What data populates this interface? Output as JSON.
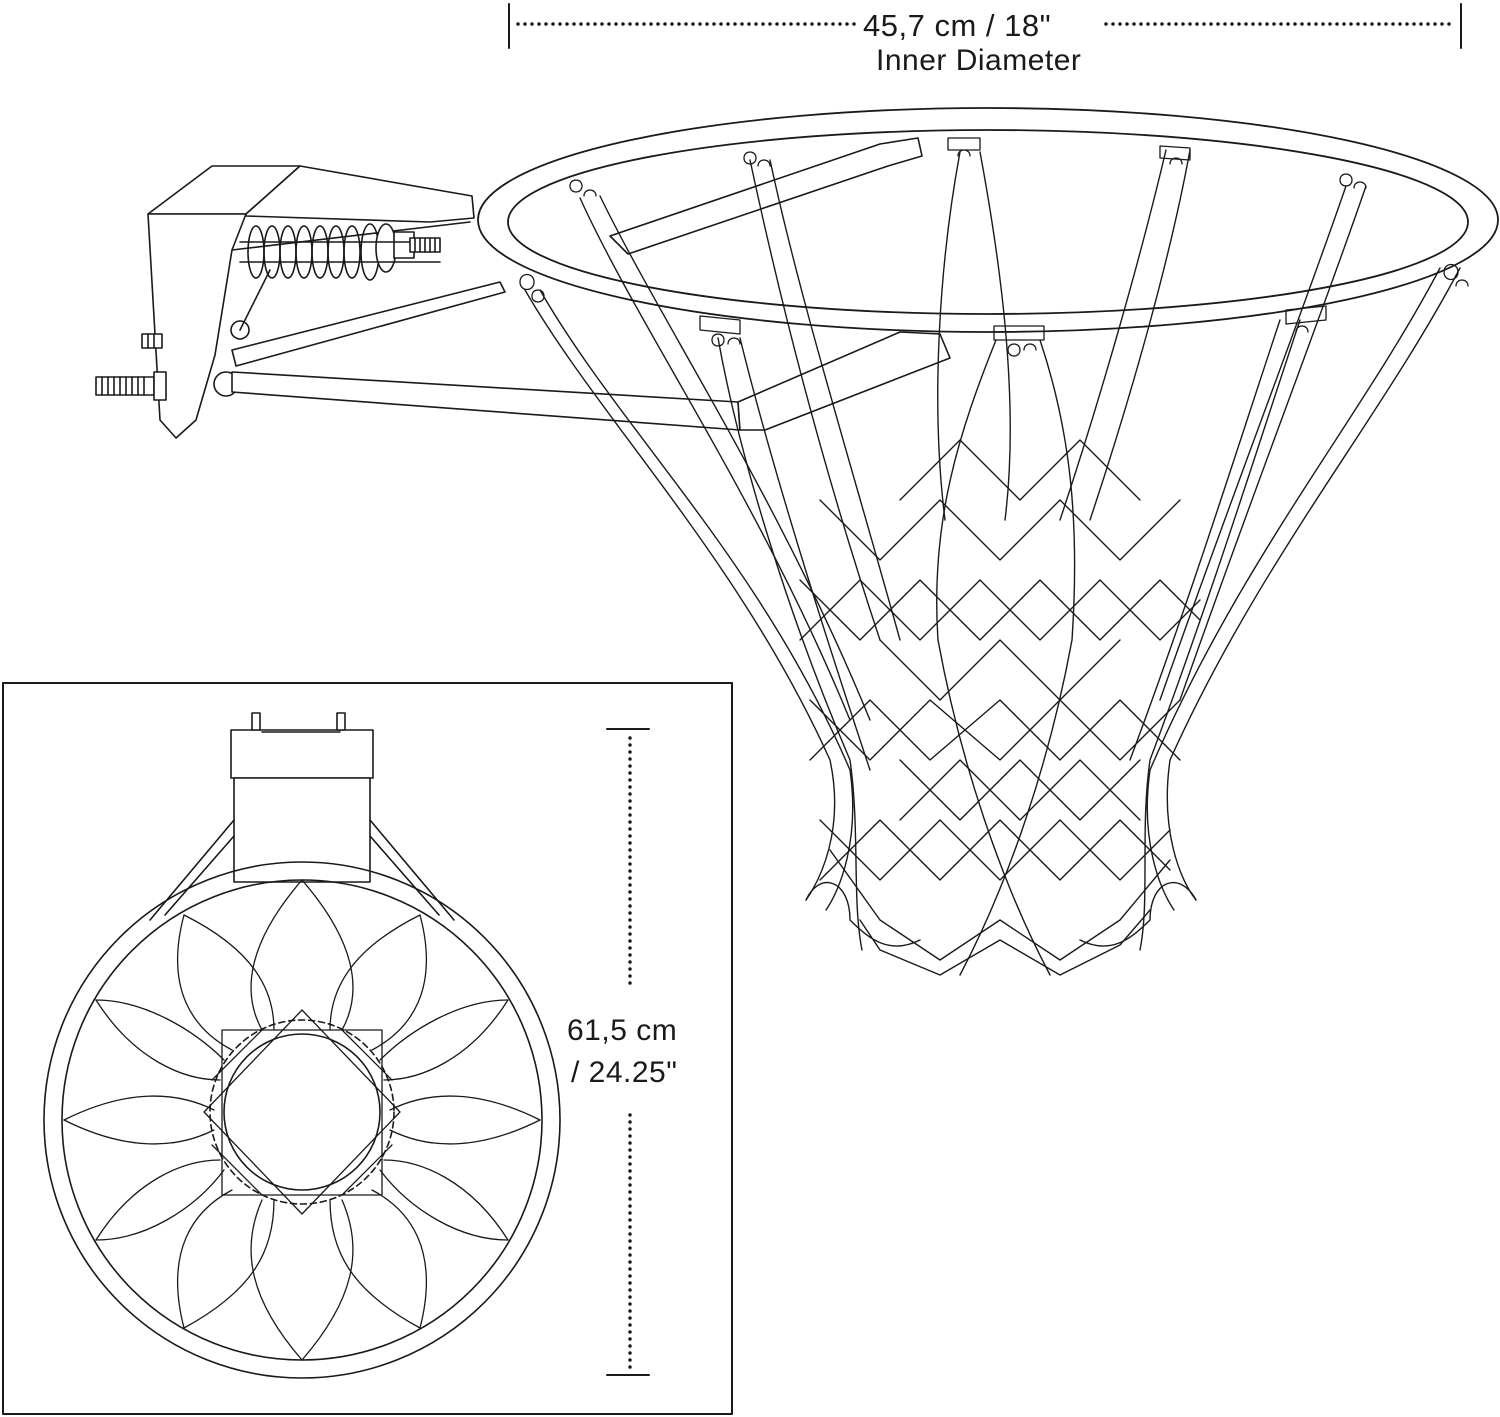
{
  "dimensions": {
    "inner_diameter": {
      "value": "45,7 cm / 18\"",
      "caption": "Inner Diameter"
    },
    "overall_depth": {
      "metric": "61,5 cm",
      "imperial": "/ 24.25\""
    }
  },
  "colors": {
    "line": "#1a1a1a",
    "background": "#ffffff"
  }
}
